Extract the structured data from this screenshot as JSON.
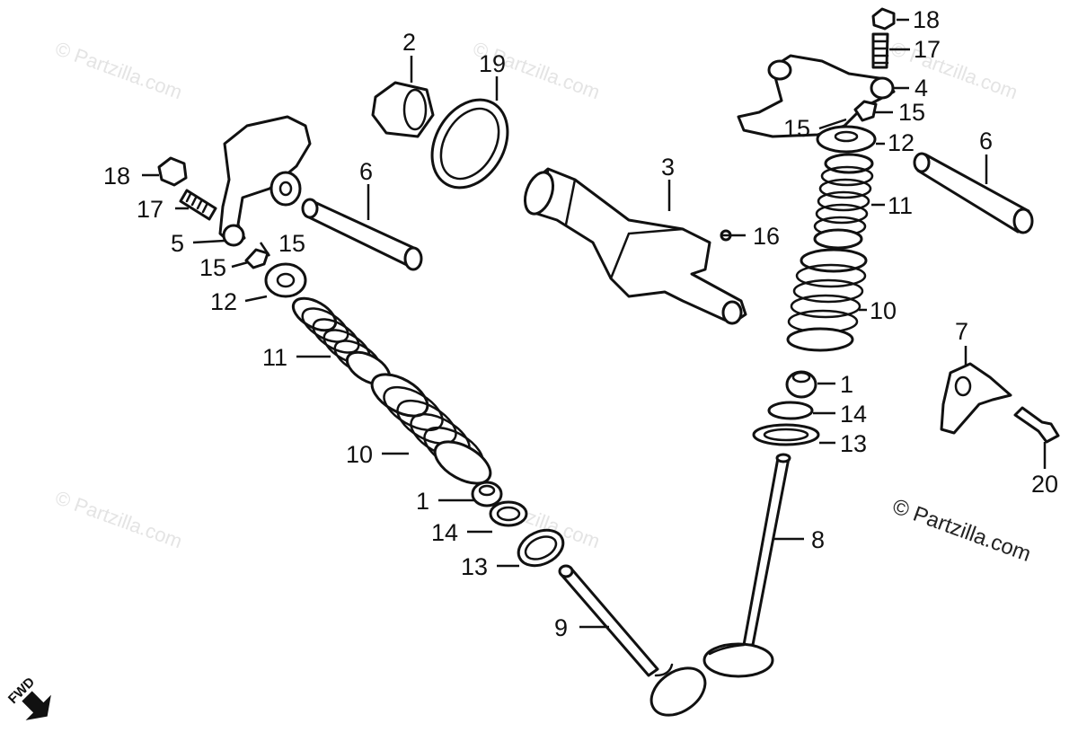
{
  "watermark": "© Partzilla.com",
  "copyright": "© Partzilla.com",
  "direction_label": "FWD",
  "callouts": {
    "c1": "1",
    "c1b": "1",
    "c2": "2",
    "c3": "3",
    "c4": "4",
    "c5": "5",
    "c6": "6",
    "c6b": "6",
    "c7": "7",
    "c8": "8",
    "c9": "9",
    "c10": "10",
    "c10b": "10",
    "c11": "11",
    "c11b": "11",
    "c12": "12",
    "c12b": "12",
    "c13": "13",
    "c13b": "13",
    "c14": "14",
    "c14b": "14",
    "c15": "15",
    "c15b": "15",
    "c15c": "15",
    "c15d": "15",
    "c16": "16",
    "c17": "17",
    "c17b": "17",
    "c18": "18",
    "c18b": "18",
    "c19": "19",
    "c20": "20"
  },
  "colors": {
    "ink": "#111111",
    "watermark": "#e4e4e4",
    "background": "#ffffff"
  }
}
